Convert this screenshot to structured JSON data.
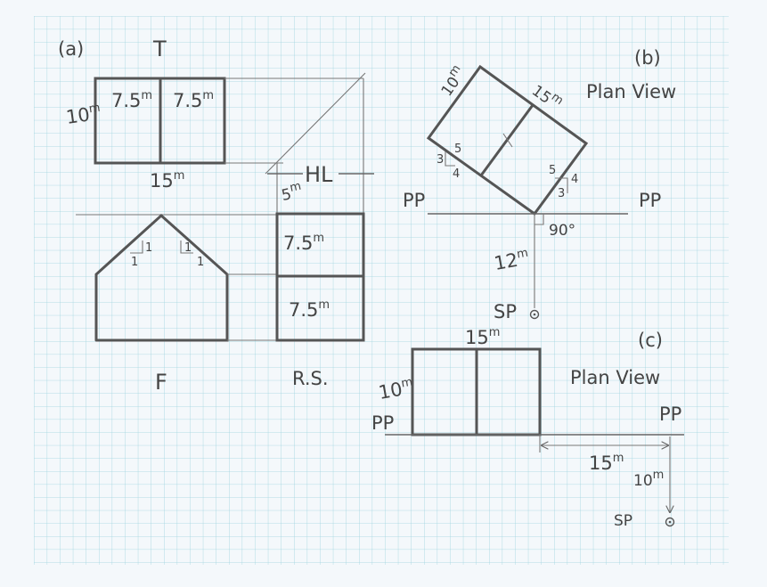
{
  "colors": {
    "paper": "#f4f8fb",
    "grid": "#9ed3df",
    "pencil": "#555555"
  },
  "panel_a": {
    "panel_label": "(a)",
    "top_view_label": "T",
    "front_view_label": "F",
    "right_side_label": "R.S.",
    "horizon_label": "HL",
    "dims": {
      "width": "10",
      "width_unit": "m",
      "half_left": "7.5",
      "half_left_unit": "m",
      "half_right": "7.5",
      "half_right_unit": "m",
      "length": "15",
      "length_unit": "m",
      "roof_rise": "5",
      "roof_rise_unit": "m",
      "rs_upper": "7.5",
      "rs_upper_unit": "m",
      "rs_lower": "7.5",
      "rs_lower_unit": "m"
    },
    "slope_marks": [
      "1",
      "1",
      "1",
      "1"
    ]
  },
  "panel_b": {
    "panel_label": "(b)",
    "title": "Plan View",
    "picture_plane_left": "PP",
    "picture_plane_right": "PP",
    "station_point": "SP",
    "dims": {
      "short_side": "10",
      "short_side_unit": "m",
      "long_side": "15",
      "long_side_unit": "m",
      "distance": "12",
      "distance_unit": "m",
      "angle": "90°"
    },
    "triangle_left": [
      "5",
      "3",
      "4"
    ],
    "triangle_right": [
      "5",
      "4",
      "3"
    ]
  },
  "panel_c": {
    "panel_label": "(c)",
    "title": "Plan View",
    "picture_plane_left": "PP",
    "picture_plane_right": "PP",
    "station_point": "SP",
    "dims": {
      "top": "15",
      "top_unit": "m",
      "side": "10",
      "side_unit": "m",
      "offset": "15",
      "offset_unit": "m",
      "distance": "10",
      "distance_unit": "m"
    }
  }
}
